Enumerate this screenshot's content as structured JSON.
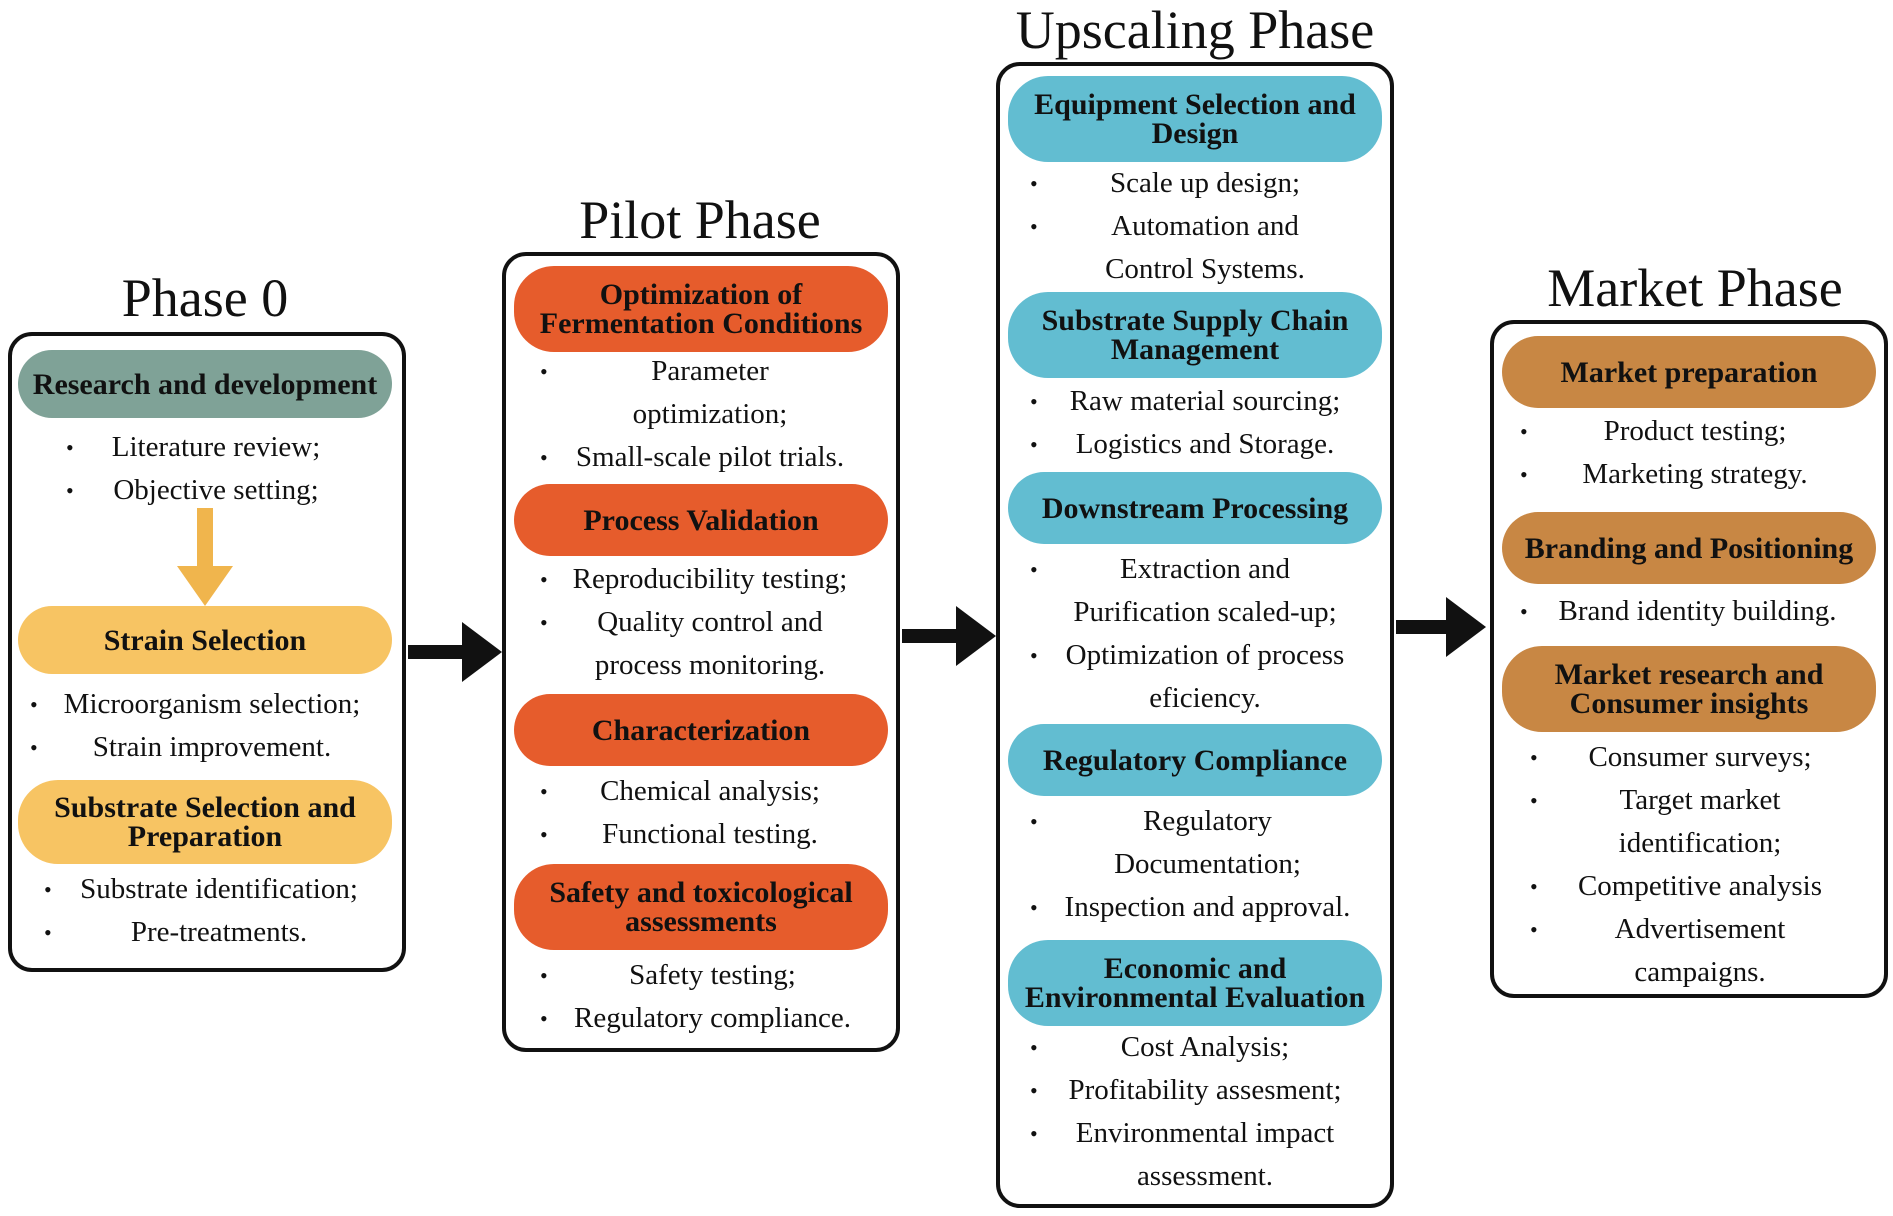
{
  "phase0": {
    "title": "Phase 0",
    "stages": [
      {
        "label": "Research and development",
        "items": [
          "Literature review;",
          "Objective setting;"
        ]
      },
      {
        "label": "Strain Selection",
        "items": [
          "Microorganism selection;",
          "Strain improvement."
        ]
      },
      {
        "label_lines": [
          "Substrate Selection and",
          "Preparation"
        ],
        "items": [
          "Substrate identification;",
          "Pre-treatments."
        ]
      }
    ]
  },
  "pilot": {
    "title": "Pilot Phase",
    "stages": [
      {
        "label_lines": [
          "Optimization of",
          "Fermentation Conditions"
        ],
        "items": [
          [
            "Parameter",
            "optimization;"
          ],
          [
            "Small-scale pilot trials."
          ]
        ]
      },
      {
        "label": "Process Validation",
        "items": [
          [
            "Reproducibility testing;"
          ],
          [
            "Quality control and",
            "process monitoring."
          ]
        ]
      },
      {
        "label": "Characterization",
        "items": [
          [
            "Chemical analysis;"
          ],
          [
            "Functional testing."
          ]
        ]
      },
      {
        "label_lines": [
          "Safety and toxicological",
          "assessments"
        ],
        "items": [
          [
            "Safety testing;"
          ],
          [
            "Regulatory compliance."
          ]
        ]
      }
    ]
  },
  "upscaling": {
    "title": "Upscaling Phase",
    "stages": [
      {
        "label_lines": [
          "Equipment Selection and",
          "Design"
        ],
        "items": [
          [
            "Scale up design;"
          ],
          [
            "Automation and",
            "Control Systems."
          ]
        ]
      },
      {
        "label_lines": [
          "Substrate Supply Chain",
          "Management"
        ],
        "items": [
          [
            "Raw material sourcing;"
          ],
          [
            "Logistics and Storage."
          ]
        ]
      },
      {
        "label": "Downstream Processing",
        "items": [
          [
            "Extraction and",
            "Purification scaled-up;"
          ],
          [
            "Optimization of process",
            "eficiency."
          ]
        ]
      },
      {
        "label": "Regulatory Compliance",
        "items": [
          [
            "Regulatory",
            "Documentation;"
          ],
          [
            "Inspection and approval."
          ]
        ]
      },
      {
        "label_lines": [
          "Economic and",
          "Environmental Evaluation"
        ],
        "items": [
          [
            "Cost Analysis;"
          ],
          [
            "Profitability assesment;"
          ],
          [
            "Environmental impact",
            "assessment."
          ]
        ]
      }
    ]
  },
  "market": {
    "title": "Market Phase",
    "stages": [
      {
        "label": "Market preparation",
        "items": [
          [
            "Product testing;"
          ],
          [
            "Marketing strategy."
          ]
        ]
      },
      {
        "label": "Branding and Positioning",
        "items": [
          [
            "Brand identity building."
          ]
        ]
      },
      {
        "label_lines": [
          "Market research and",
          "Consumer insights"
        ],
        "items": [
          [
            "Consumer surveys;"
          ],
          [
            "Target market",
            "identification;"
          ],
          [
            "Competitive analysis"
          ],
          [
            "Advertisement",
            "campaigns."
          ]
        ]
      }
    ]
  },
  "colors": {
    "research": "#7fa297",
    "phase0_stage": "#f7c463",
    "pilot_stage": "#e65c2c",
    "upscaling_stage": "#62bdd1",
    "market_stage": "#c88744",
    "arrow": "#111111",
    "down_arrow": "#f0b54d"
  }
}
